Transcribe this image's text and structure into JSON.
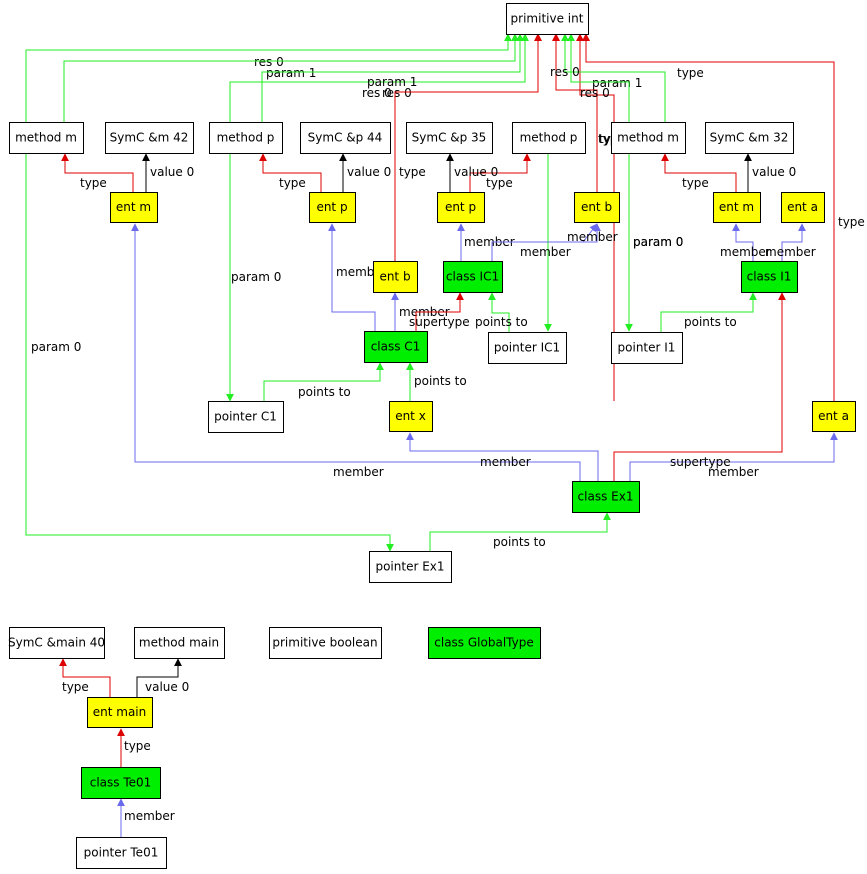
{
  "colors": {
    "white": "#ffffff",
    "entity": "#ffff00",
    "class": "#00ee00",
    "member": "#6a6aec",
    "points_to": "#22ee22",
    "type": "#dd0000",
    "value": "#000000",
    "param": "#22ee22",
    "res": "#22ee22",
    "supertype": "#dd0000"
  },
  "nodes": [
    {
      "id": "primint",
      "label": "primitive int",
      "kind": "white"
    },
    {
      "id": "mm1",
      "label": "method m",
      "kind": "white"
    },
    {
      "id": "symm42",
      "label": "SymC &m 42",
      "kind": "white"
    },
    {
      "id": "mp1",
      "label": "method p",
      "kind": "white"
    },
    {
      "id": "symp44",
      "label": "SymC &p 44",
      "kind": "white"
    },
    {
      "id": "symp35",
      "label": "SymC &p 35",
      "kind": "white"
    },
    {
      "id": "mp2",
      "label": "method p",
      "kind": "white"
    },
    {
      "id": "mm2",
      "label": "method m",
      "kind": "white"
    },
    {
      "id": "symm32",
      "label": "SymC &m 32",
      "kind": "white"
    },
    {
      "id": "entm1",
      "label": "ent m",
      "kind": "entity"
    },
    {
      "id": "entp1",
      "label": "ent p",
      "kind": "entity"
    },
    {
      "id": "entp2",
      "label": "ent p",
      "kind": "entity"
    },
    {
      "id": "entb2",
      "label": "ent b",
      "kind": "entity"
    },
    {
      "id": "entm2",
      "label": "ent m",
      "kind": "entity"
    },
    {
      "id": "enta1",
      "label": "ent a",
      "kind": "entity"
    },
    {
      "id": "entb1",
      "label": "ent b",
      "kind": "entity"
    },
    {
      "id": "classIC1",
      "label": "class IC1",
      "kind": "class"
    },
    {
      "id": "classI1",
      "label": "class I1",
      "kind": "class"
    },
    {
      "id": "classC1",
      "label": "class C1",
      "kind": "class"
    },
    {
      "id": "ptrIC1",
      "label": "pointer IC1",
      "kind": "white"
    },
    {
      "id": "ptrI1",
      "label": "pointer I1",
      "kind": "white"
    },
    {
      "id": "ptrC1",
      "label": "pointer C1",
      "kind": "white"
    },
    {
      "id": "entx",
      "label": "ent x",
      "kind": "entity"
    },
    {
      "id": "enta2",
      "label": "ent a",
      "kind": "entity"
    },
    {
      "id": "classEx1",
      "label": "class Ex1",
      "kind": "class"
    },
    {
      "id": "ptrEx1",
      "label": "pointer Ex1",
      "kind": "white"
    },
    {
      "id": "symmain",
      "label": "SymC &main 40",
      "kind": "white"
    },
    {
      "id": "mmain",
      "label": "method main",
      "kind": "white"
    },
    {
      "id": "primbool",
      "label": "primitive boolean",
      "kind": "white"
    },
    {
      "id": "globaltype",
      "label": "class GlobalType",
      "kind": "class"
    },
    {
      "id": "entmain",
      "label": "ent main",
      "kind": "entity"
    },
    {
      "id": "classTe01",
      "label": "class Te01",
      "kind": "class"
    },
    {
      "id": "ptrTe01",
      "label": "pointer Te01",
      "kind": "white"
    }
  ],
  "edges": [
    {
      "kind": "type",
      "label": "type"
    },
    {
      "kind": "value",
      "label": "value 0"
    },
    {
      "kind": "type",
      "label": "type"
    },
    {
      "kind": "value",
      "label": "value 0"
    },
    {
      "kind": "type",
      "label": "type"
    },
    {
      "kind": "value",
      "label": "value 0"
    },
    {
      "kind": "type",
      "label": "type"
    },
    {
      "kind": "value",
      "label": "value 0"
    },
    {
      "kind": "type",
      "label": "type"
    },
    {
      "kind": "type",
      "label": "type"
    },
    {
      "kind": "type",
      "label": "type"
    },
    {
      "kind": "type",
      "label": "type"
    },
    {
      "kind": "res",
      "label": "res 0"
    },
    {
      "kind": "param",
      "label": "param 1"
    },
    {
      "kind": "res",
      "label": "res 0"
    },
    {
      "kind": "param",
      "label": "param 1"
    },
    {
      "kind": "type",
      "label": "res 0"
    },
    {
      "kind": "type",
      "label": "res 0"
    },
    {
      "kind": "param",
      "label": "param 1"
    },
    {
      "kind": "res",
      "label": "res 0"
    },
    {
      "kind": "type",
      "label": "type"
    },
    {
      "kind": "param",
      "label": "param 0"
    },
    {
      "kind": "param",
      "label": "param 0"
    },
    {
      "kind": "param",
      "label": "param 0"
    },
    {
      "kind": "param",
      "label": "param 0"
    },
    {
      "kind": "member",
      "label": "member"
    },
    {
      "kind": "member",
      "label": "member"
    },
    {
      "kind": "member",
      "label": "member"
    },
    {
      "kind": "member",
      "label": "member"
    },
    {
      "kind": "member",
      "label": "member"
    },
    {
      "kind": "member",
      "label": "member"
    },
    {
      "kind": "member",
      "label": "member"
    },
    {
      "kind": "member",
      "label": "member"
    },
    {
      "kind": "member",
      "label": "member"
    },
    {
      "kind": "member",
      "label": "member"
    },
    {
      "kind": "supertype",
      "label": "supertype"
    },
    {
      "kind": "supertype",
      "label": "supertype"
    },
    {
      "kind": "points_to",
      "label": "points to"
    },
    {
      "kind": "points_to",
      "label": "points to"
    },
    {
      "kind": "points_to",
      "label": "points to"
    },
    {
      "kind": "points_to",
      "label": "points to"
    },
    {
      "kind": "points_to",
      "label": "points to"
    },
    {
      "kind": "type",
      "label": "type"
    },
    {
      "kind": "value",
      "label": "value 0"
    },
    {
      "kind": "type",
      "label": "type"
    },
    {
      "kind": "member",
      "label": "member"
    },
    {
      "kind": "points_to",
      "label": "points to"
    }
  ]
}
